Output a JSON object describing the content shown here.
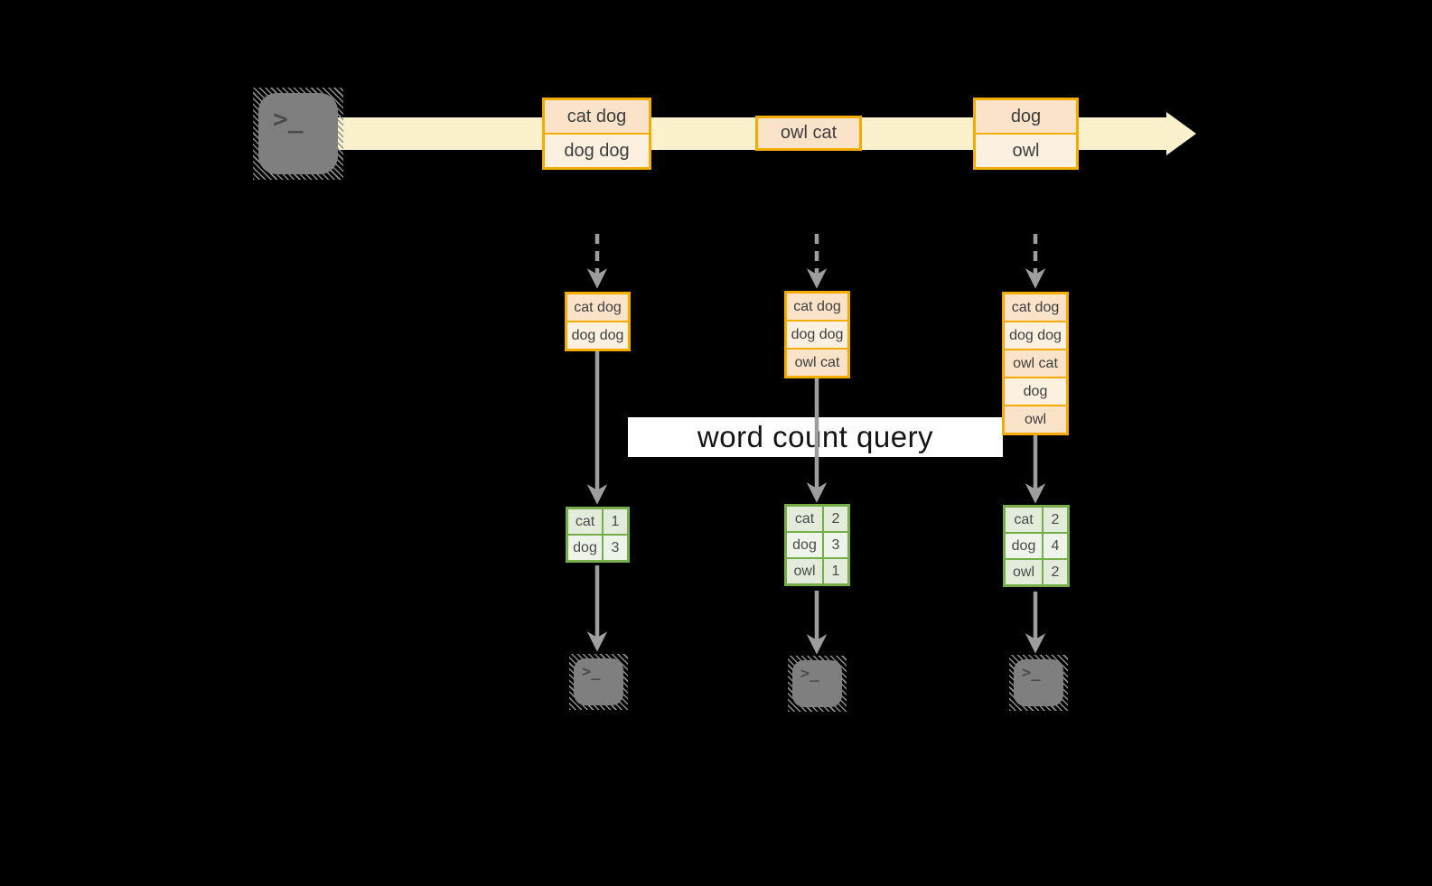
{
  "title": {
    "label": "word count query"
  },
  "terminal_glyph": ">_",
  "stream": {
    "events": [
      {
        "lines": [
          "cat dog",
          "dog dog"
        ]
      },
      {
        "lines": [
          "owl cat"
        ]
      },
      {
        "lines": [
          "dog",
          "owl"
        ]
      }
    ]
  },
  "states": [
    {
      "lines": [
        "cat dog",
        "dog dog"
      ]
    },
    {
      "lines": [
        "cat dog",
        "dog dog",
        "owl cat"
      ]
    },
    {
      "lines": [
        "cat dog",
        "dog dog",
        "owl cat",
        "dog",
        "owl"
      ]
    }
  ],
  "counts": [
    {
      "rows": [
        {
          "word": "cat",
          "count": "1"
        },
        {
          "word": "dog",
          "count": "3"
        }
      ]
    },
    {
      "rows": [
        {
          "word": "cat",
          "count": "2"
        },
        {
          "word": "dog",
          "count": "3"
        },
        {
          "word": "owl",
          "count": "1"
        }
      ]
    },
    {
      "rows": [
        {
          "word": "cat",
          "count": "2"
        },
        {
          "word": "dog",
          "count": "4"
        },
        {
          "word": "owl",
          "count": "2"
        }
      ]
    }
  ],
  "colors": {
    "background": "#000000",
    "stream_band": "#FBF1CD",
    "box_border_gold": "#F5AC00",
    "box_fill_peach": "#FAE3C8",
    "box_fill_cream": "#FCF1E1",
    "table_border_green": "#77AE4C",
    "table_fill_green": "#E3ECDA",
    "table_fill_light": "#EFF4EA",
    "arrow_gray": "#9E9E9E",
    "terminal_gray": "#7F7F7F",
    "query_banner": "#FFFFFF"
  }
}
